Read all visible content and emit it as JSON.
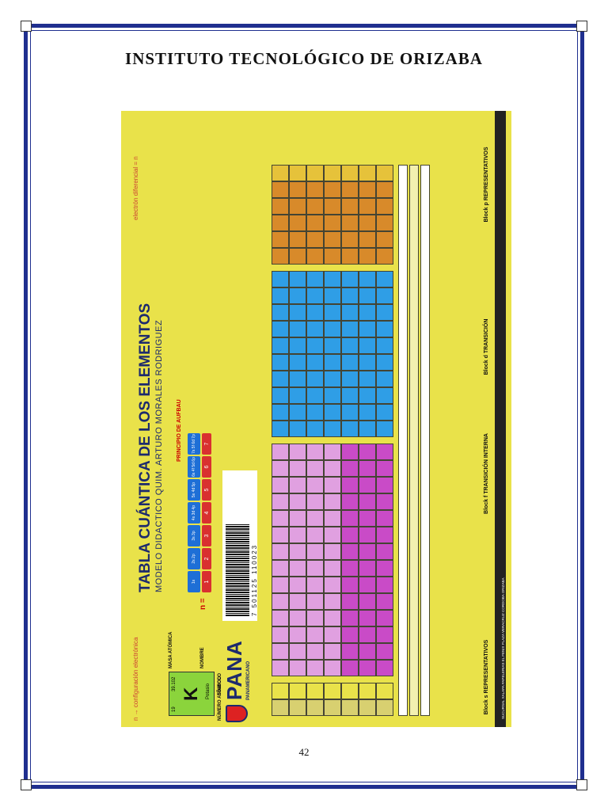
{
  "document": {
    "title": "INSTITUTO TECNOLÓGICO DE ORIZABA",
    "page_number": "42"
  },
  "poster": {
    "title": "TABLA CUÁNTICA DE LOS ELEMENTOS",
    "subtitle": "MODELO DIDACTICO QUIM. ARTURO MORALES RODRIGUEZ",
    "config_label": "n → configuración electrónica",
    "ediff_label": "electrón diferencial = n",
    "aufbau_title": "PRINCIPIO DE AUFBAU",
    "n_label": "n =",
    "aufbau": [
      {
        "orbitals": "1s",
        "n": "1"
      },
      {
        "orbitals": "2s 2p",
        "n": "2"
      },
      {
        "orbitals": "3s 3p",
        "n": "3"
      },
      {
        "orbitals": "4s 3d 4p",
        "n": "4"
      },
      {
        "orbitals": "5s 4d 5p",
        "n": "5"
      },
      {
        "orbitals": "6s 4f 5d 6p",
        "n": "6"
      },
      {
        "orbitals": "7s 5f 6d 7p",
        "n": "7"
      }
    ],
    "legend": {
      "number": "19",
      "mass": "39.102",
      "symbol": "K",
      "name": "Potasio",
      "atomic_number_label": "NÚMERO ATÓMICO",
      "symbol_label": "SÍMBOLO",
      "mass_label": "MASA ATÓMICA",
      "name_label": "NOMBRE"
    },
    "barcode": "7 501125 110023",
    "brand": "PANA",
    "brand_sub": "PANAMERICANO",
    "blocks": {
      "s": "Block s REPRESENTATIVOS",
      "f": "Block f TRANSICIÓN INTERNA",
      "d": "Block d TRANSICIÓN",
      "p": "Block p REPRESENTATIVOS"
    },
    "footer": "SUCURSAL XALAPA   PAPELERIAS EL FENIX   PLAZA VERACRUZ   CORDOBA   ORIZABA"
  },
  "colors": {
    "frame": "#1f2f8f",
    "poster_bg": "#e9e24a",
    "s_block": "#e9e24a",
    "f_block": "#c94bc7",
    "d_block": "#2f9ee6",
    "p_block": "#d88a2a",
    "noble": "#e6c23a"
  }
}
